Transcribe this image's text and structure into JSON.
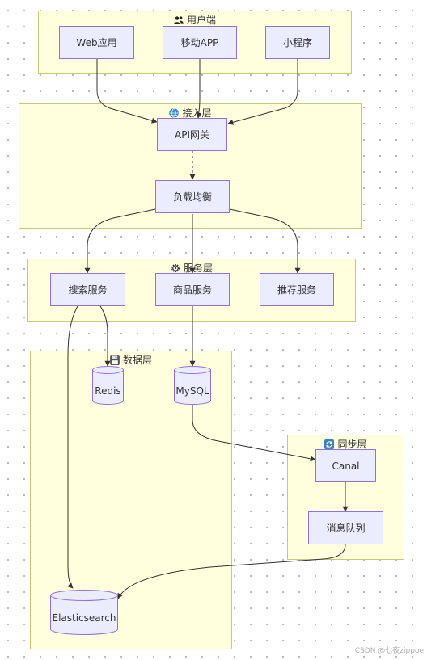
{
  "groups": {
    "client": {
      "title": "用户端",
      "icon": "users-icon"
    },
    "access": {
      "title": "接入层",
      "icon": "globe-icon"
    },
    "service": {
      "title": "服务层",
      "icon": "gear-icon"
    },
    "data": {
      "title": "数据层",
      "icon": "floppy-disk-icon"
    },
    "sync": {
      "title": "同步层",
      "icon": "refresh-icon"
    }
  },
  "nodes": {
    "web": "Web应用",
    "mobile": "移动APP",
    "miniapp": "小程序",
    "gateway": "API网关",
    "lb": "负载均衡",
    "search": "搜索服务",
    "product": "商品服务",
    "recommend": "推荐服务",
    "redis": "Redis",
    "mysql": "MySQL",
    "es": "Elasticsearch",
    "canal": "Canal",
    "mq": "消息队列"
  },
  "colors": {
    "group_fill": "#ffffde",
    "group_border": "#c9c974",
    "node_fill": "#ececff",
    "node_border": "#9370db",
    "edge": "#333333"
  },
  "watermark": "CSDN @七夜zippoe"
}
